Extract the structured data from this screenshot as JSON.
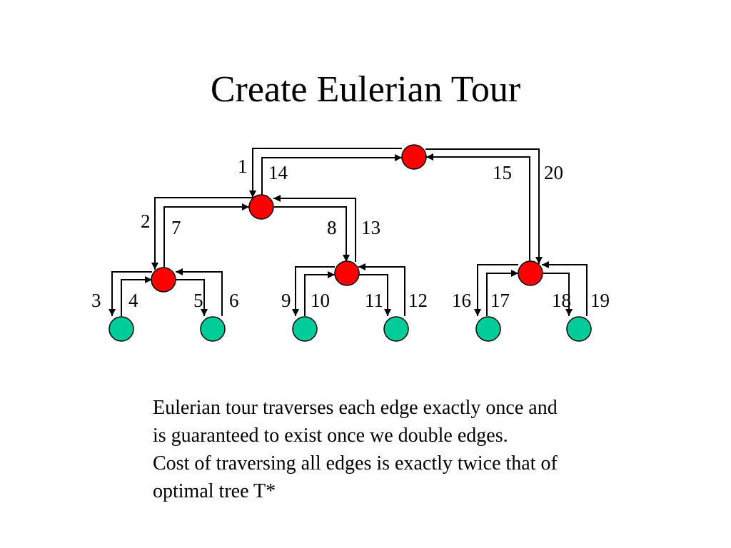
{
  "title": "Create Eulerian Tour",
  "colors": {
    "internal_node": "#ff0000",
    "leaf_node": "#00cc99",
    "edge": "#000000"
  },
  "edge_labels": [
    "1",
    "2",
    "3",
    "4",
    "5",
    "6",
    "7",
    "8",
    "9",
    "10",
    "11",
    "12",
    "13",
    "14",
    "15",
    "16",
    "17",
    "18",
    "19",
    "20"
  ],
  "caption": [
    "Eulerian tour traverses each edge exactly once and",
    "is guaranteed to exist once we double edges.",
    "Cost of traversing all edges is exactly twice that of",
    "optimal tree T*"
  ]
}
